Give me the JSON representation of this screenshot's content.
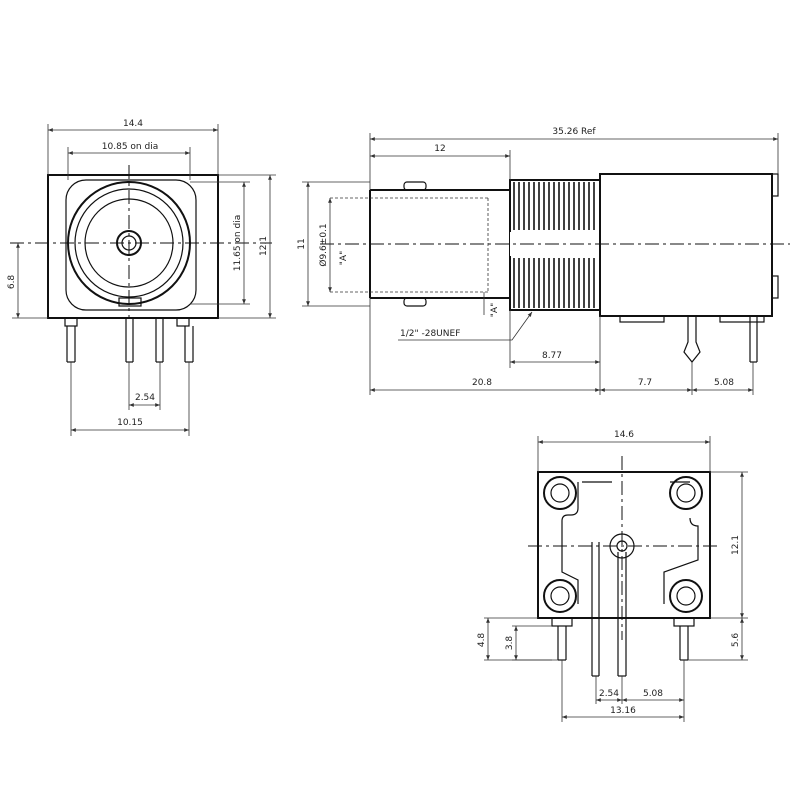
{
  "front_view": {
    "width_label": "14.4",
    "bolt_circle_label": "10.85 on dia",
    "height_label": "12.1",
    "bolt_vertical_label": "11.65 on dia",
    "center_height_label": "6.8",
    "pin_pitch_label": "2.54",
    "pin_span_label": "10.15"
  },
  "side_view": {
    "overall_length_label": "35.26 Ref",
    "nose_length_label": "12",
    "height_label": "11",
    "bore_label": "Ø9.6±0.1",
    "section_a_top": "\"A\"",
    "section_a_bottom": "\"A\"",
    "thread_label": "1/2\" -28UNEF",
    "thread_length_label": "8.77",
    "front_length_label": "20.8",
    "body_length_label": "7.7",
    "pin_offset_label": "5.08"
  },
  "bottom_view": {
    "width_label": "14.6",
    "height_label": "12.1",
    "left_offset_label": "4.8",
    "left_pin_label": "3.8",
    "right_offset_label": "5.6",
    "pin_pitch_label": "2.54",
    "pin_offset_label": "5.08",
    "pin_span_label": "13.16"
  }
}
